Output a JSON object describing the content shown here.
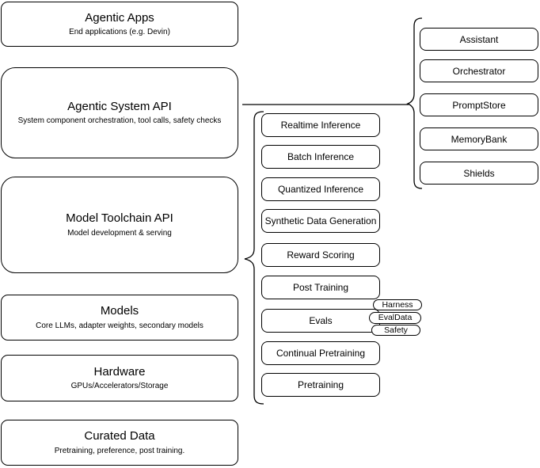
{
  "diagram": {
    "stack_layers": [
      {
        "title": "Agentic Apps",
        "subtitle": "End applications (e.g. Devin)"
      },
      {
        "title": "Agentic System API",
        "subtitle": "System component orchestration, tool calls, safety checks"
      },
      {
        "title": "Model Toolchain API",
        "subtitle": "Model development & serving"
      },
      {
        "title": "Models",
        "subtitle": "Core LLMs, adapter weights, secondary models"
      },
      {
        "title": "Hardware",
        "subtitle": "GPUs/Accelerators/Storage"
      },
      {
        "title": "Curated Data",
        "subtitle": "Pretraining, preference, post training."
      }
    ],
    "toolchain_components": [
      "Realtime Inference",
      "Batch Inference",
      "Quantized Inference",
      "Synthetic Data Generation",
      "Reward Scoring",
      "Post Training",
      "Evals",
      "Continual Pretraining",
      "Pretraining"
    ],
    "evals_tags": [
      "Harness",
      "EvalData",
      "Safety"
    ],
    "agentic_system_components": [
      "Assistant",
      "Orchestrator",
      "PromptStore",
      "MemoryBank",
      "Shields"
    ],
    "colors": {
      "stroke": "#000000",
      "fill": "#ffffff",
      "text": "#000000"
    }
  }
}
